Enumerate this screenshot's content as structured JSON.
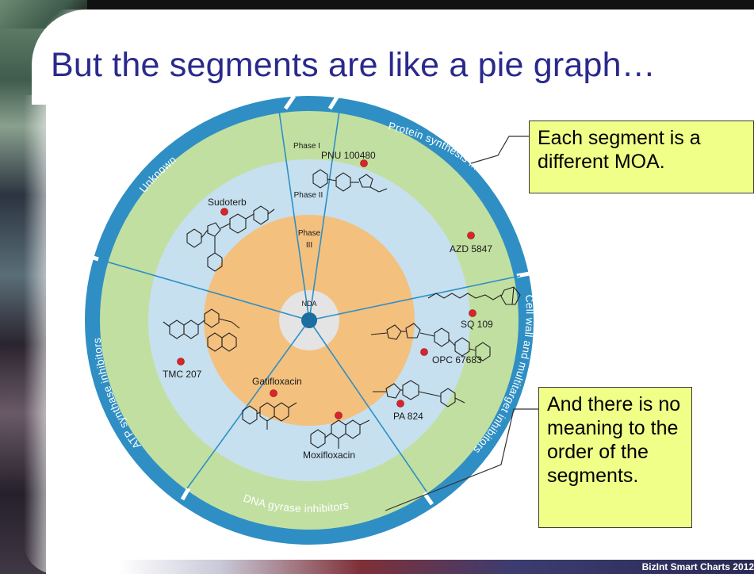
{
  "slide": {
    "title": "But the segments are like a pie graph…",
    "footer": "BizInt Smart Charts 2012"
  },
  "diagram": {
    "segments": [
      "Protein synthesis inhibitors",
      "Cell wall and multitarget inhibitors",
      "DNA gyrase inhibitors",
      "ATP synthase inhibitors",
      "Unknown"
    ],
    "rings": [
      "Phase I",
      "Phase II",
      "Phase III",
      "NDA"
    ],
    "compounds": [
      "PNU 100480",
      "AZD 5847",
      "SQ 109",
      "OPC 67683",
      "PA 824",
      "Gatifloxacin",
      "Moxifloxacin",
      "TMC 207",
      "Sudoterb"
    ],
    "colors": {
      "outer_band": "#2f8fc4",
      "phase1_ring": "#c2dfa2",
      "phase2_ring": "#c6e0ef",
      "phase3_ring": "#f4c07e",
      "nda_ring": "#e4e4e4",
      "center_dot": "#1a6ea0",
      "compound_dot": "#d8242a"
    }
  },
  "callouts": {
    "top": "Each segment is a different MOA.",
    "bottom": "And there is no meaning to the order of the segments."
  }
}
